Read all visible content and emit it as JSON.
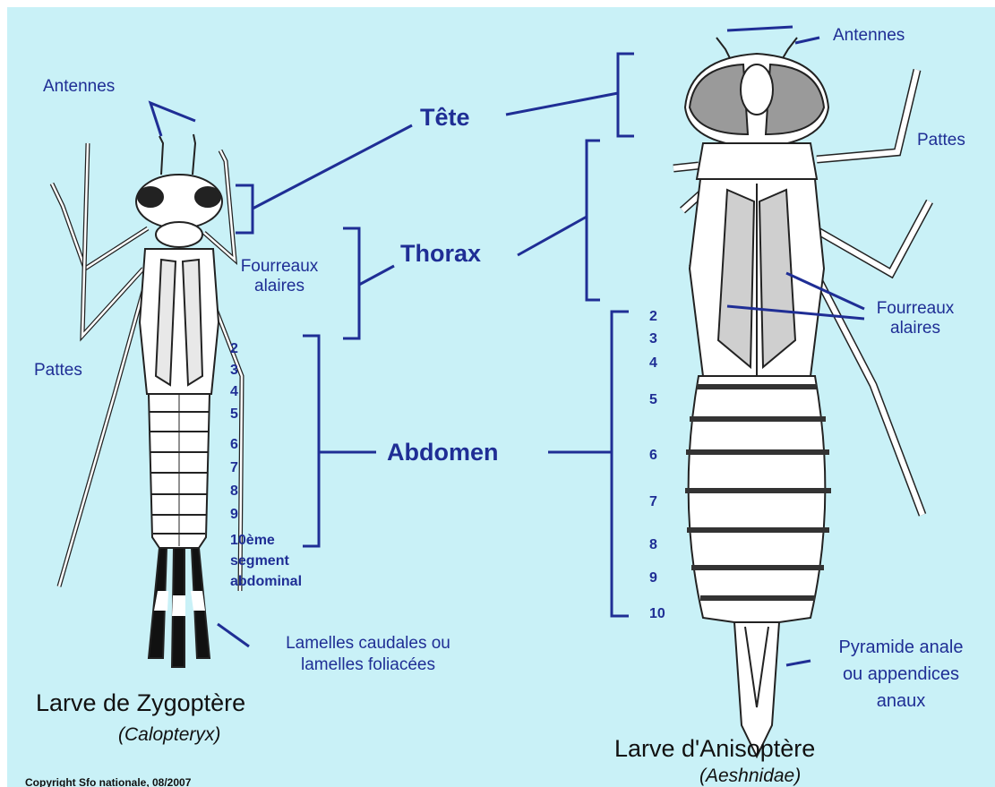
{
  "labels": {
    "head": "Tête",
    "thorax": "Thorax",
    "abdomen": "Abdomen",
    "left_antennae": "Antennes",
    "right_antennae": "Antennes",
    "left_legs": "Pattes",
    "right_legs": "Pattes",
    "left_wing_sheaths": [
      "Fourreaux",
      "alaires"
    ],
    "right_wing_sheaths": [
      "Fourreaux",
      "alaires"
    ],
    "left_segment_numbers": [
      "2",
      "3",
      "4",
      "5",
      "6",
      "7",
      "8",
      "9"
    ],
    "left_tenth_segment": [
      "10ème",
      "segment",
      "abdominal"
    ],
    "right_segment_numbers": [
      "2",
      "3",
      "4",
      "5",
      "6",
      "7",
      "8",
      "9",
      "10"
    ],
    "caudal_lamellae": [
      "Lamelles caudales ou",
      "lamelles foliacées"
    ],
    "anal_pyramid": [
      "Pyramide anale",
      "ou appendices",
      "anaux"
    ]
  },
  "specimens": {
    "left": {
      "title": "Larve de Zygoptère",
      "scientific_name": "(Calopteryx)"
    },
    "right": {
      "title": "Larve d'Anisoptère",
      "scientific_name": "(Aeshnidae)"
    }
  },
  "footer": {
    "copyright": "Copyright Sfo nationale, 08/2007"
  },
  "colors": {
    "background": "#c9f1f7",
    "label": "#1f2e95",
    "line": "#1f2e95",
    "ink": "#111111"
  }
}
